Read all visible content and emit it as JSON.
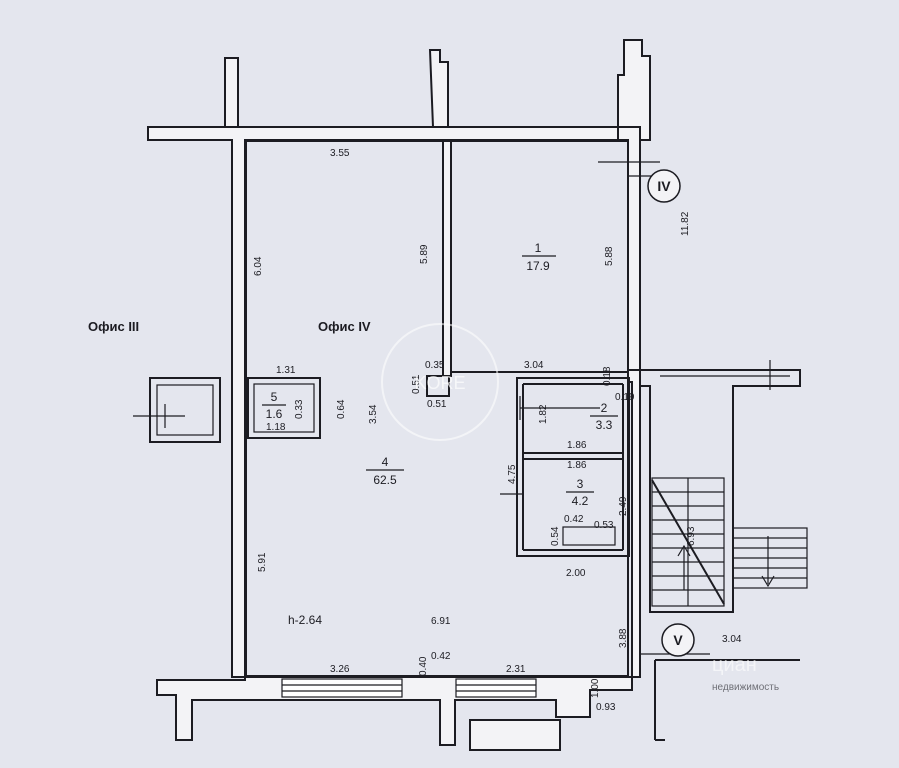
{
  "labels": {
    "office_3": "Офис III",
    "office_4": "Офис IV",
    "height": "h-2.64",
    "axis_iv": "IV",
    "axis_v": "V"
  },
  "rooms": [
    {
      "num": "1",
      "area": "17.9"
    },
    {
      "num": "2",
      "area": "3.3"
    },
    {
      "num": "3",
      "area": "4.2"
    },
    {
      "num": "4",
      "area": "62.5"
    },
    {
      "num": "5",
      "area": "1.6"
    }
  ],
  "dims": {
    "d355": "3.55",
    "d604": "6.04",
    "d589": "5.89",
    "d588": "5.88",
    "d1182": "11.82",
    "d131": "1.31",
    "d035": "0.35",
    "d304a": "3.04",
    "d051a": "0.51",
    "d051b": "0.51",
    "d018": "0.18",
    "d019": "0.19",
    "d118": "1.18",
    "d033": "0.33",
    "d064": "0.64",
    "d354": "3.54",
    "d182": "1.82",
    "d186a": "1.86",
    "d186b": "1.86",
    "d475": "4.75",
    "d249": "2.49",
    "d042a": "0.42",
    "d053": "0.53",
    "d054": "0.54",
    "d200": "2.00",
    "d591": "5.91",
    "d691": "6.91",
    "d693": "6.93",
    "d388": "3.88",
    "d304b": "3.04",
    "d326": "3.26",
    "d042b": "0.42",
    "d040": "0.40",
    "d231": "2.31",
    "d100": "1.00",
    "d093": "0.93"
  },
  "watermarks": {
    "center": "KORE",
    "corner": "циан",
    "corner_sub": "недвижимость"
  }
}
